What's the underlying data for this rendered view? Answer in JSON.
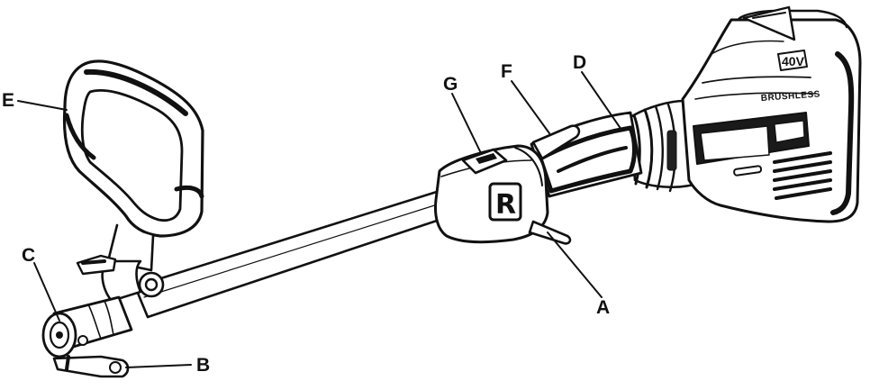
{
  "callouts": {
    "a": "A",
    "b": "B",
    "c": "C",
    "d": "D",
    "e": "E",
    "f": "F",
    "g": "G"
  },
  "motor": {
    "voltage_badge": "40V",
    "motor_type": "BRUSHLESS"
  },
  "handle": {
    "logo_letter": "R"
  }
}
